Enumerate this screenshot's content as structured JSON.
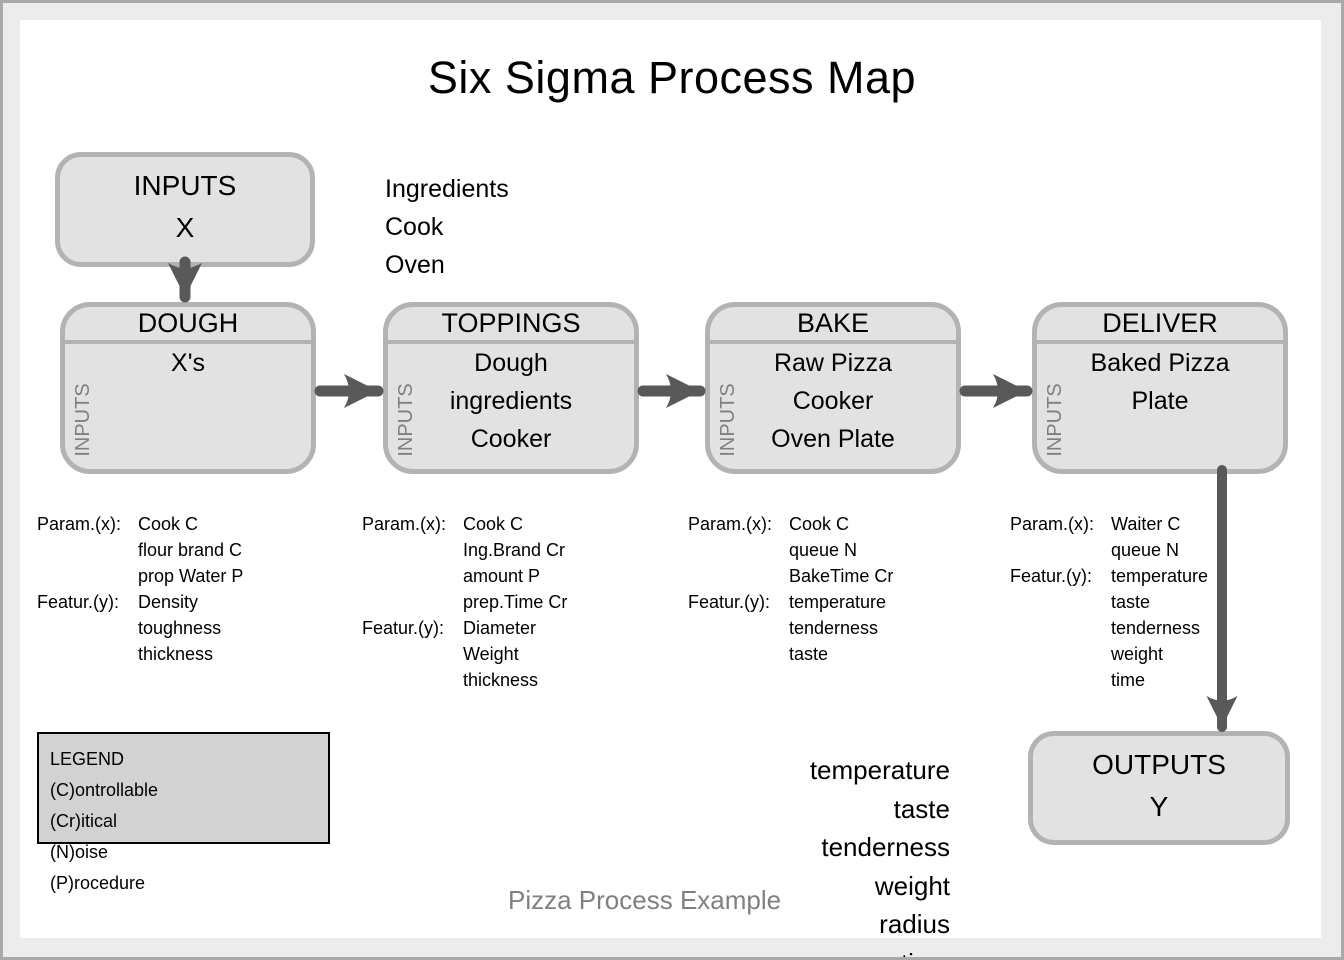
{
  "page": {
    "title": "Six Sigma Process Map",
    "caption": "Pizza Process Example"
  },
  "colors": {
    "box_fill": "#e2e2e2",
    "box_border": "#b3b3b3",
    "legend_fill": "#d2d2d2",
    "arrow": "#595959",
    "muted_text": "#7f7f7f",
    "caption_text": "#808080",
    "page_margin": "#ececec",
    "page_border": "#a9a9a9"
  },
  "inputs_box": {
    "title": "INPUTS",
    "symbol": "X"
  },
  "inputs_list": {
    "lines": [
      "Ingredients",
      "Cook",
      "Oven"
    ]
  },
  "process_boxes": [
    {
      "title": "DOUGH",
      "side_label": "INPUTS",
      "lines": [
        "X's"
      ]
    },
    {
      "title": "TOPPINGS",
      "side_label": "INPUTS",
      "lines": [
        "Dough",
        "ingredients",
        "Cooker"
      ]
    },
    {
      "title": "BAKE",
      "side_label": "INPUTS",
      "lines": [
        "Raw Pizza",
        "Cooker",
        "Oven Plate"
      ]
    },
    {
      "title": "DELIVER",
      "side_label": "INPUTS",
      "lines": [
        "Baked Pizza",
        "Plate"
      ]
    }
  ],
  "param_blocks": [
    {
      "rows": [
        {
          "label": "Param.(x):",
          "value": "Cook C"
        },
        {
          "label": "",
          "value": "flour brand C"
        },
        {
          "label": "",
          "value": "prop Water P"
        },
        {
          "label": "Featur.(y):",
          "value": "Density"
        },
        {
          "label": "",
          "value": "toughness"
        },
        {
          "label": "",
          "value": "thickness"
        }
      ]
    },
    {
      "rows": [
        {
          "label": "Param.(x):",
          "value": "Cook C"
        },
        {
          "label": "",
          "value": "Ing.Brand Cr"
        },
        {
          "label": "",
          "value": "amount P"
        },
        {
          "label": "",
          "value": "prep.Time Cr"
        },
        {
          "label": "Featur.(y):",
          "value": "Diameter"
        },
        {
          "label": "",
          "value": "Weight"
        },
        {
          "label": "",
          "value": "thickness"
        }
      ]
    },
    {
      "rows": [
        {
          "label": "Param.(x):",
          "value": "Cook C"
        },
        {
          "label": "",
          "value": "queue N"
        },
        {
          "label": "",
          "value": "BakeTime Cr"
        },
        {
          "label": "Featur.(y):",
          "value": "temperature"
        },
        {
          "label": "",
          "value": "tenderness"
        },
        {
          "label": "",
          "value": "taste"
        }
      ]
    },
    {
      "rows": [
        {
          "label": "Param.(x):",
          "value": "Waiter C"
        },
        {
          "label": "",
          "value": "queue N"
        },
        {
          "label": "Featur.(y):",
          "value": "temperature"
        },
        {
          "label": "",
          "value": "taste"
        },
        {
          "label": "",
          "value": "tenderness"
        },
        {
          "label": "",
          "value": "weight"
        },
        {
          "label": "",
          "value": "time"
        }
      ]
    }
  ],
  "legend": {
    "title": "LEGEND",
    "entries": [
      "(C)ontrollable",
      "(Cr)itical",
      "(N)oise",
      "(P)rocedure"
    ]
  },
  "outputs_box": {
    "title": "OUTPUTS",
    "symbol": "Y"
  },
  "outputs_list": {
    "lines": [
      "temperature",
      "taste",
      "tenderness",
      "weight",
      "radius",
      "time"
    ]
  }
}
